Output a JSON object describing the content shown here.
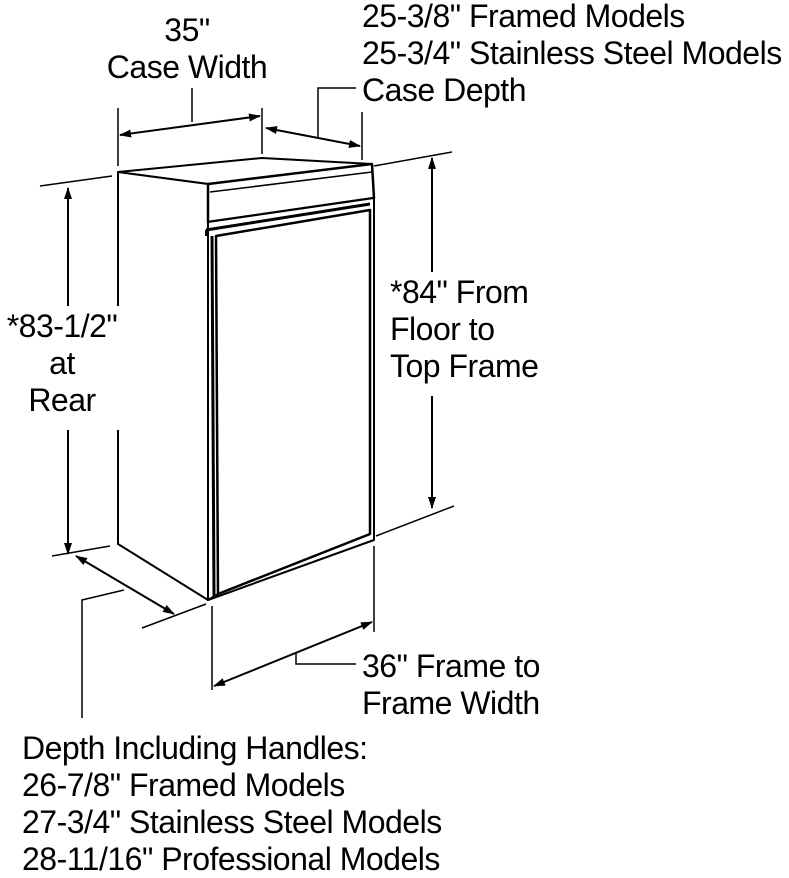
{
  "case_width": {
    "value": "35\"",
    "label": "Case Width"
  },
  "case_depth": {
    "line1": "25-3/8\" Framed Models",
    "line2": "25-3/4\" Stainless Steel Models",
    "label": "Case Depth"
  },
  "rear_height": {
    "line1": "*83-1/2\"",
    "line2": "at",
    "line3": "Rear"
  },
  "frame_height": {
    "line1": "*84\" From",
    "line2": "Floor to",
    "line3": "Top Frame"
  },
  "frame_width": {
    "line1": "36\" Frame to",
    "line2": "Frame Width"
  },
  "handle_depth": {
    "title": "Depth Including Handles:",
    "line1": "26-7/8\" Framed Models",
    "line2": "27-3/4\" Stainless Steel Models",
    "line3": "28-11/16\" Professional Models"
  },
  "colors": {
    "ink": "#000000",
    "paper": "#ffffff"
  }
}
